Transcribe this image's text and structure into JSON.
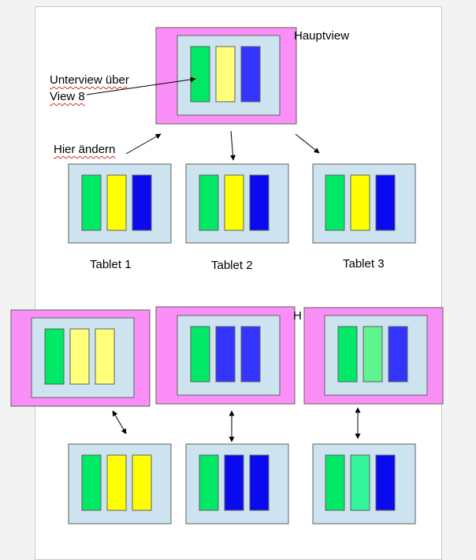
{
  "labels": {
    "main_view": "Hauptview",
    "subview_line1": "Unterview über",
    "subview_line2": "View 8",
    "change_here": "Hier ändern",
    "tablet1": "Tablet 1",
    "tablet2": "Tablet 2",
    "tablet3": "Tablet 3",
    "truncated_h": "H"
  },
  "colors": {
    "magenta_frame": "#fb8ff8",
    "panel": "#cde3f0",
    "green": "#00e865",
    "yellow": "#ffff00",
    "light_yellow": "#ffff7a",
    "blue": "#0a0aee",
    "medium_blue": "#3434ff",
    "mint": "#33f59c",
    "light_mint": "#5ef48e",
    "outline": "#606060"
  },
  "views": [
    {
      "id": "main-view",
      "frame": true,
      "bars": [
        "green",
        "light_yellow",
        "medium_blue"
      ]
    },
    {
      "id": "tablet-1",
      "frame": false,
      "bars": [
        "green",
        "yellow",
        "blue"
      ]
    },
    {
      "id": "tablet-2",
      "frame": false,
      "bars": [
        "green",
        "yellow",
        "blue"
      ]
    },
    {
      "id": "tablet-3",
      "frame": false,
      "bars": [
        "green",
        "yellow",
        "blue"
      ]
    },
    {
      "id": "main-view-copy-1",
      "frame": true,
      "bars": [
        "green",
        "light_yellow",
        "light_yellow"
      ]
    },
    {
      "id": "main-view-copy-2",
      "frame": true,
      "bars": [
        "green",
        "medium_blue",
        "medium_blue"
      ]
    },
    {
      "id": "main-view-copy-3",
      "frame": true,
      "bars": [
        "green",
        "light_mint",
        "medium_blue"
      ]
    },
    {
      "id": "bottom-tablet-1",
      "frame": false,
      "bars": [
        "green",
        "yellow",
        "yellow"
      ]
    },
    {
      "id": "bottom-tablet-2",
      "frame": false,
      "bars": [
        "green",
        "blue",
        "blue"
      ]
    },
    {
      "id": "bottom-tablet-3",
      "frame": false,
      "bars": [
        "green",
        "mint",
        "blue"
      ]
    }
  ]
}
